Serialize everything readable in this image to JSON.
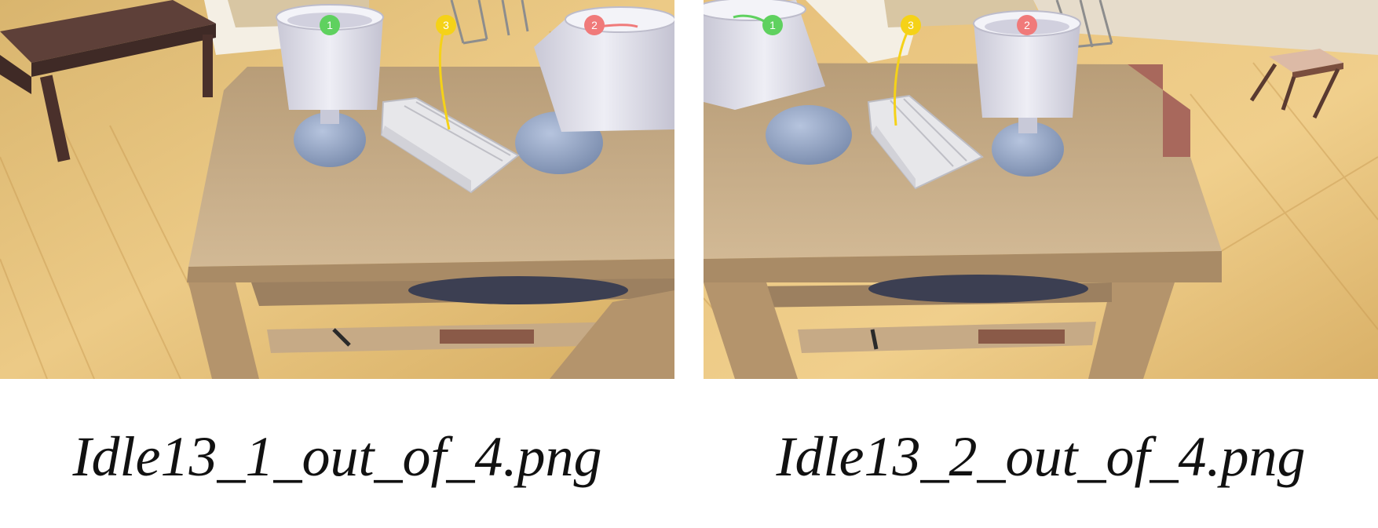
{
  "panels": [
    {
      "caption": "Idle13_1_out_of_4.png",
      "markers": [
        {
          "label": "1",
          "color": "#5fd15f"
        },
        {
          "label": "2",
          "color": "#f07a7a"
        },
        {
          "label": "3",
          "color": "#f5d218"
        }
      ]
    },
    {
      "caption": "Idle13_2_out_of_4.png",
      "markers": [
        {
          "label": "1",
          "color": "#5fd15f"
        },
        {
          "label": "2",
          "color": "#f07a7a"
        },
        {
          "label": "3",
          "color": "#f5d218"
        }
      ]
    }
  ],
  "colors": {
    "floor": "#e2bb72",
    "tabletop": "#c7ab84",
    "lamp_shade": "#dcdbe6",
    "lamp_base": "#8d9fc0",
    "tray": "#e6e6e6"
  }
}
